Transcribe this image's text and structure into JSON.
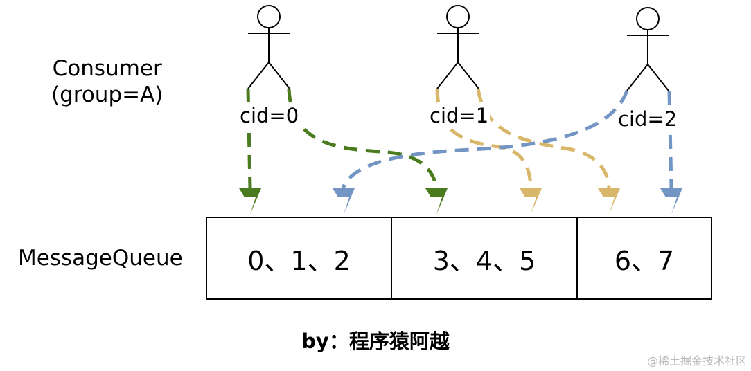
{
  "consumer_group": {
    "title_line1": "Consumer",
    "title_line2": "(group=A)"
  },
  "consumers": [
    {
      "label": "cid=0",
      "color": "#4a7c1f"
    },
    {
      "label": "cid=1",
      "color": "#d9b76a"
    },
    {
      "label": "cid=2",
      "color": "#7395c3"
    }
  ],
  "message_queue": {
    "label": "MessageQueue",
    "cells": [
      "0、1、2",
      "3、4、5",
      "6、7"
    ]
  },
  "byline": "by：程序猿阿越",
  "watermark": "@稀土掘金技术社区"
}
